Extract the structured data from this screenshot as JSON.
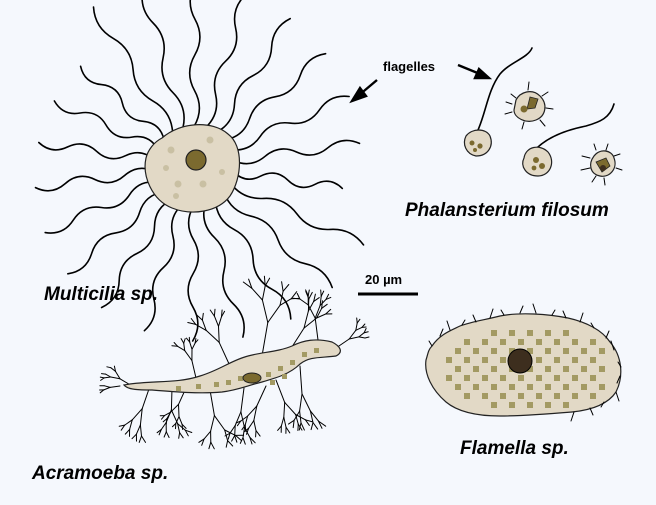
{
  "organisms": {
    "multicilia": "Multicilia sp.",
    "phalansterium": "Phalansterium filosum",
    "acramoeba": "Acramoeba sp.",
    "flamella": "Flamella sp."
  },
  "annotations": {
    "flagella": "flagelles",
    "scale_bar": "20 µm"
  },
  "colors": {
    "background": "#f5f8fd",
    "cytoplasm": "#e2d9c6",
    "nucleus": "#7b6a2f",
    "granules": "#a39a63",
    "dark_nucleus": "#3d2e1e"
  }
}
